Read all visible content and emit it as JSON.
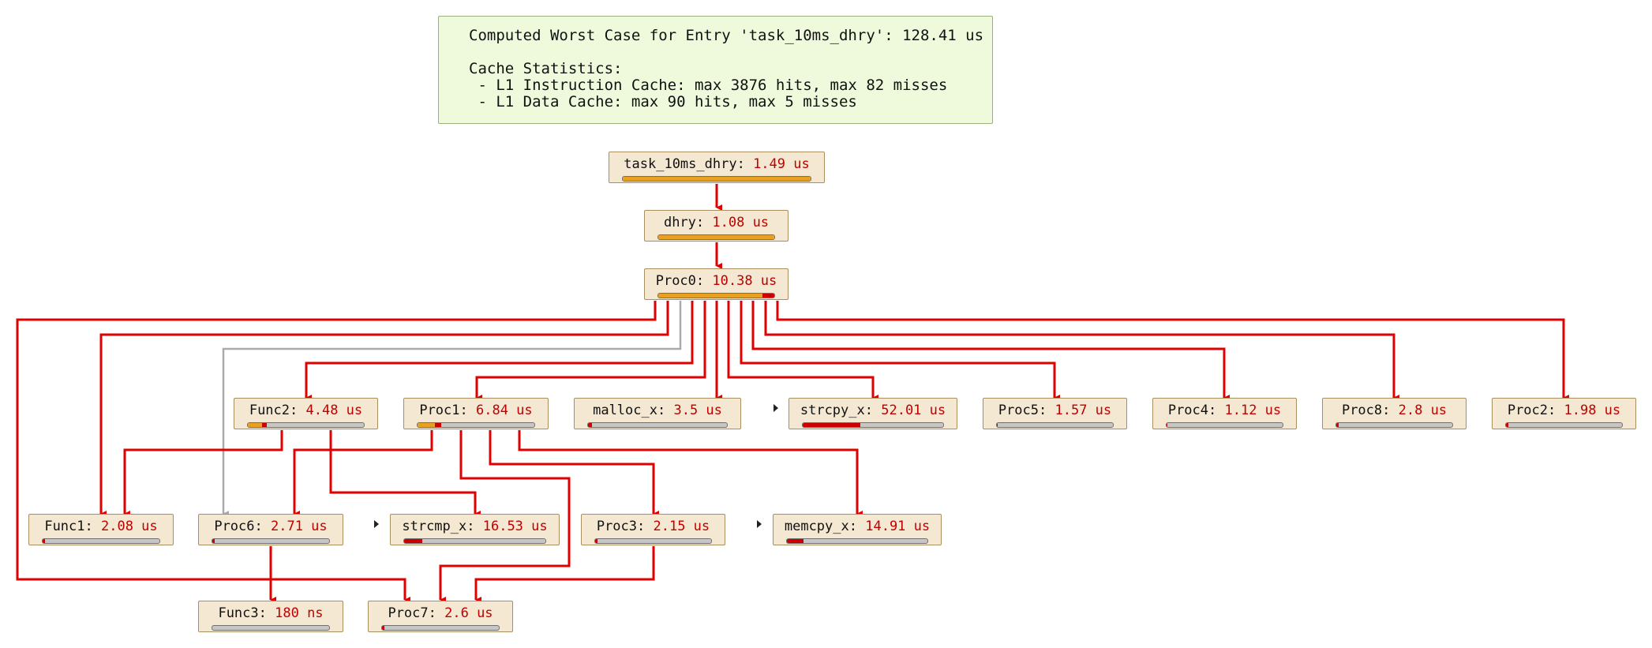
{
  "summary": {
    "line1": "Computed Worst Case for Entry 'task_10ms_dhry': 128.41 us",
    "line2": "Cache Statistics:",
    "line3": " - L1 Instruction Cache: max 3876 hits, max 82 misses",
    "line4": " - L1 Data Cache: max 90 hits, max 5 misses"
  },
  "nodes": {
    "task_10ms_dhry": {
      "name": "task_10ms_dhry",
      "time": "1.49 us",
      "self": 1.0,
      "hot": 0.0
    },
    "dhry": {
      "name": "dhry",
      "time": "1.08 us",
      "self": 1.0,
      "hot": 0.0
    },
    "Proc0": {
      "name": "Proc0",
      "time": "10.38 us",
      "self": 0.9,
      "hot": 0.1
    },
    "Func2": {
      "name": "Func2",
      "time": "4.48 us",
      "self": 0.12,
      "hot": 0.04
    },
    "Proc1": {
      "name": "Proc1",
      "time": "6.84 us",
      "self": 0.15,
      "hot": 0.05
    },
    "malloc_x": {
      "name": "malloc_x",
      "time": "3.5 us",
      "self": 0.0,
      "hot": 0.03
    },
    "strcpy_x": {
      "name": "strcpy_x",
      "time": "52.01 us",
      "self": 0.0,
      "hot": 0.41
    },
    "Proc5": {
      "name": "Proc5",
      "time": "1.57 us",
      "self": 0.0,
      "hot": 0.01
    },
    "Proc4": {
      "name": "Proc4",
      "time": "1.12 us",
      "self": 0.0,
      "hot": 0.01
    },
    "Proc8": {
      "name": "Proc8",
      "time": "2.8 us",
      "self": 0.0,
      "hot": 0.02
    },
    "Proc2": {
      "name": "Proc2",
      "time": "1.98 us",
      "self": 0.0,
      "hot": 0.02
    },
    "Func1": {
      "name": "Func1",
      "time": "2.08 us",
      "self": 0.0,
      "hot": 0.02
    },
    "Proc6": {
      "name": "Proc6",
      "time": "2.71 us",
      "self": 0.0,
      "hot": 0.02
    },
    "strcmp_x": {
      "name": "strcmp_x",
      "time": "16.53 us",
      "self": 0.0,
      "hot": 0.13
    },
    "Proc3": {
      "name": "Proc3",
      "time": "2.15 us",
      "self": 0.0,
      "hot": 0.02
    },
    "memcpy_x": {
      "name": "memcpy_x",
      "time": "14.91 us",
      "self": 0.0,
      "hot": 0.12
    },
    "Func3": {
      "name": "Func3",
      "time": "180 ns",
      "self": 0.0,
      "hot": 0.0
    },
    "Proc7": {
      "name": "Proc7",
      "time": "2.6 us",
      "self": 0.0,
      "hot": 0.02
    }
  },
  "colors": {
    "critical_edge": "#e00000",
    "other_edge": "#aaaaaa",
    "node_fill": "#f4e8d2",
    "summary_fill": "#eefadb",
    "time_text": "#c00000"
  }
}
